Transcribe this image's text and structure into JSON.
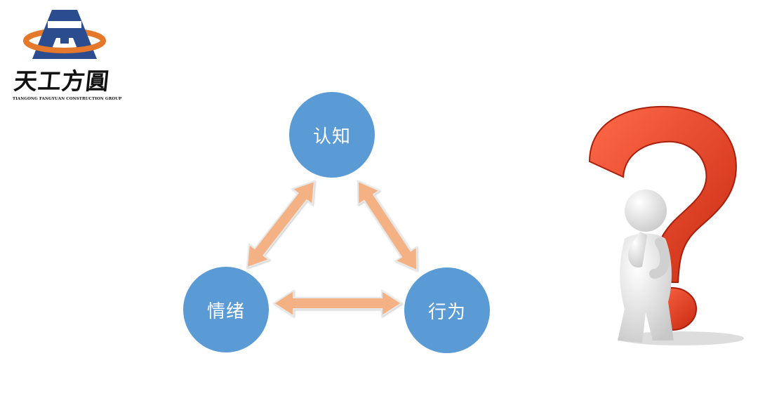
{
  "logo": {
    "name_cn": "天工方圓",
    "name_en": "TIANGONG FANGYUAN CONSTRUCTION GROUP",
    "colors": {
      "blue": "#2b4c8f",
      "orange": "#e5782a"
    }
  },
  "diagram": {
    "nodes": [
      {
        "id": "cognition",
        "label": "认知"
      },
      {
        "id": "emotion",
        "label": "情绪"
      },
      {
        "id": "behavior",
        "label": "行为"
      }
    ],
    "edges": [
      {
        "from": "emotion",
        "to": "cognition",
        "bidirectional": true
      },
      {
        "from": "cognition",
        "to": "behavior",
        "bidirectional": true
      },
      {
        "from": "emotion",
        "to": "behavior",
        "bidirectional": true
      }
    ],
    "colors": {
      "node": "#5b9bd5",
      "arrow_fill": "#f4b183",
      "arrow_stroke": "#e8e8e8"
    }
  },
  "illustration": {
    "icon": "question-mark-thinking-figure-icon",
    "colors": {
      "question_mark": "#e53b22",
      "figure": "#e6e6e6"
    }
  }
}
